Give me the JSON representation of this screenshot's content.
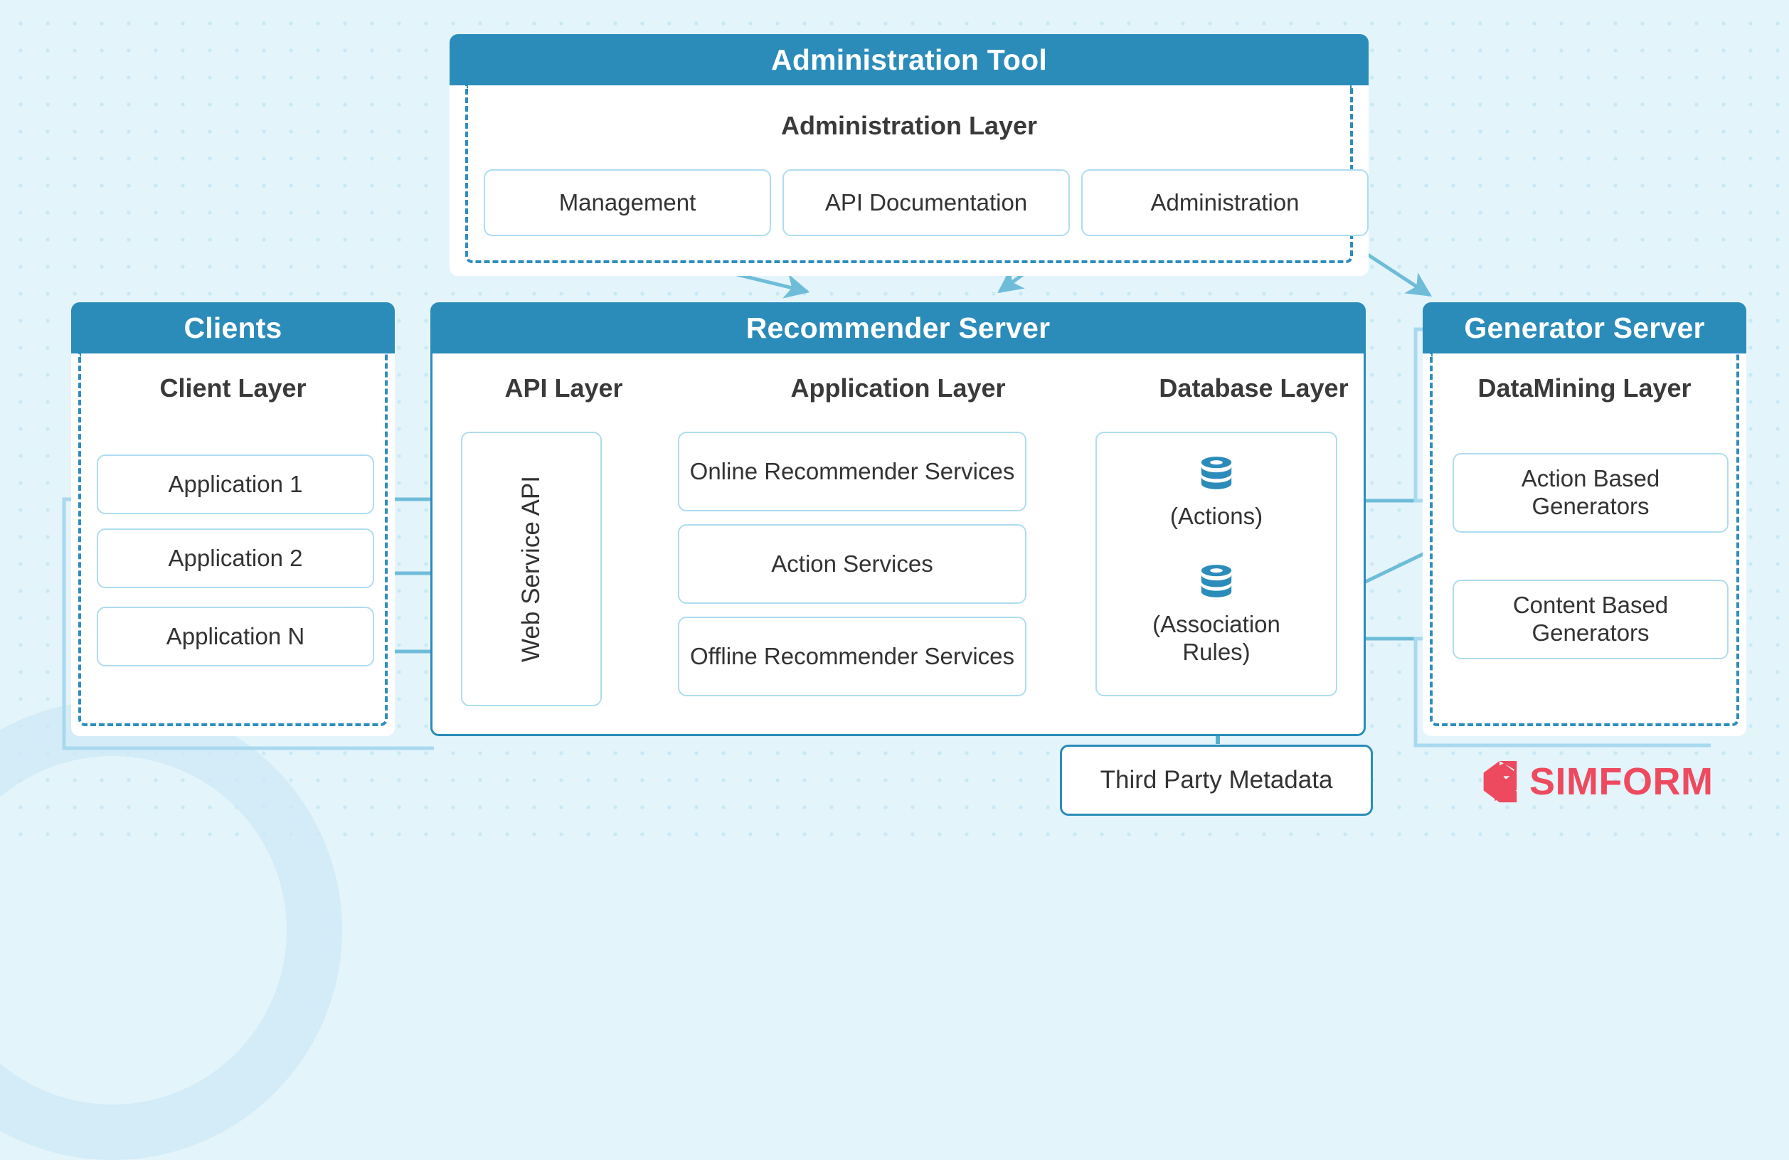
{
  "colors": {
    "page_bg": "#e4f4fb",
    "header_blue": "#2b8cba",
    "node_border": "#aedcf0",
    "dashed_border": "#2f8dbd",
    "arrow": "#6fbcd9",
    "text_dark": "#333333",
    "logo_red": "#ee4a5f"
  },
  "admin_tool": {
    "title": "Administration Tool",
    "layer_title": "Administration Layer",
    "nodes": [
      {
        "label": "Management"
      },
      {
        "label": "API Documentation"
      },
      {
        "label": "Administration"
      }
    ]
  },
  "clients": {
    "title": "Clients",
    "layer_title": "Client Layer",
    "nodes": [
      {
        "label": "Application 1"
      },
      {
        "label": "Application 2"
      },
      {
        "label": "Application N"
      }
    ]
  },
  "recommender_server": {
    "title": "Recommender Server",
    "layers": [
      {
        "title": "API Layer"
      },
      {
        "title": "Application Layer"
      },
      {
        "title": "Database Layer"
      }
    ],
    "api_node": {
      "label": "Web Service API"
    },
    "application_nodes": [
      {
        "label": "Online Recommender Services"
      },
      {
        "label": "Action Services"
      },
      {
        "label": "Offline Recommender Services"
      }
    ],
    "database_node": {
      "entries": [
        {
          "icon": "database-cylinder-icon",
          "caption": "(Actions)"
        },
        {
          "icon": "database-cylinder-icon",
          "caption": "(Association Rules)"
        }
      ]
    }
  },
  "generator_server": {
    "title": "Generator Server",
    "layer_title": "DataMining Layer",
    "nodes": [
      {
        "label": "Action Based Generators"
      },
      {
        "label": "Content Based Generators"
      }
    ]
  },
  "third_party": {
    "label": "Third Party Metadata"
  },
  "branding": {
    "name": "SIMFORM",
    "mark": "simform-logo-icon"
  }
}
